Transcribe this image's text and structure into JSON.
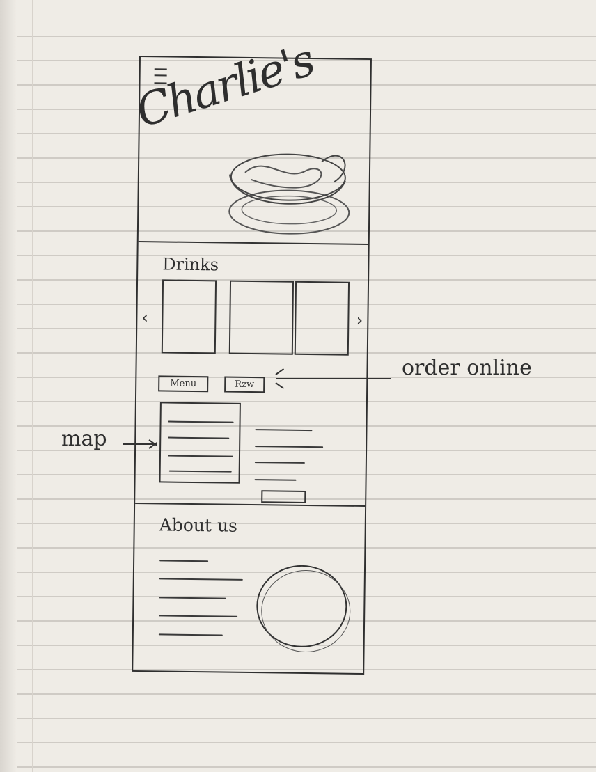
{
  "sketch": {
    "brand": "Charlie's",
    "hero_icon": "hamburger-menu-icon",
    "sections": {
      "drinks_label": "Drinks",
      "menu_label": "Menu",
      "order_label": "Rzw",
      "about_label": "About us"
    },
    "annotations": {
      "order_online": "order online",
      "map": "map"
    },
    "carousel": {
      "prev_icon": "chevron-left-icon",
      "next_icon": "chevron-right-icon"
    }
  }
}
